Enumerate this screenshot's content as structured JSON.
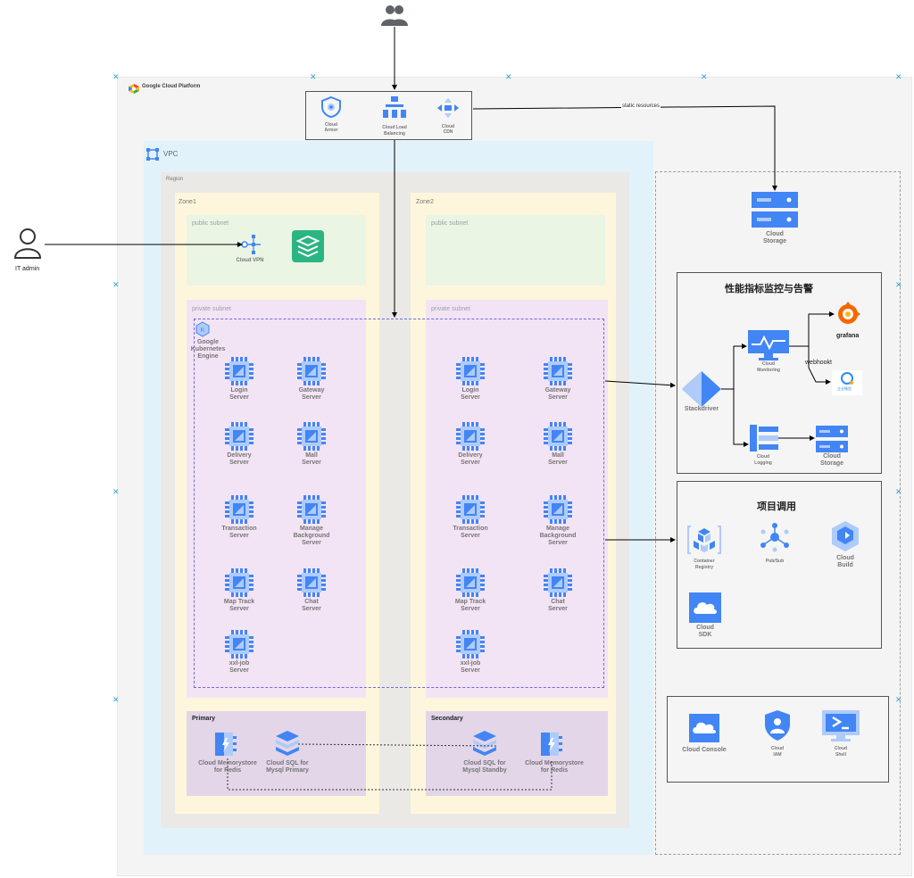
{
  "platform": {
    "title": "Google Cloud Platform"
  },
  "users_icon": "users-icon",
  "edge": {
    "items": [
      {
        "label": "Cloud\nArmor",
        "icon": "cloud-armor-icon"
      },
      {
        "label": "Cloud Load\nBalancing",
        "icon": "load-balancing-icon"
      },
      {
        "label": "Cloud\nCDN",
        "icon": "cdn-icon"
      }
    ]
  },
  "static_resources_label": "static resources",
  "cloud_storage_top": "Cloud\nStorage",
  "vpc": {
    "label": "VPC"
  },
  "region": {
    "label": "Region"
  },
  "it_admin": {
    "label": "IT admin"
  },
  "zones": [
    {
      "label": "Zone1",
      "public_subnet": "public subnet",
      "vpn_label": "Cloud VPN",
      "private_subnet": "private subnet",
      "gke_label": "Google Kubernetes\nEngine",
      "servers": [
        "Login\nServer",
        "Gateway\nServer",
        "Delivery\nServer",
        "Mall\nServer",
        "Transaction\nServer",
        "Manage\nBackground\nServer",
        "Map Track\nServer",
        "Chat\nServer",
        "xxl-job\nServer"
      ],
      "db_title": "Primary",
      "db_items": [
        "Cloud Memorystore\nfor Redis",
        "Cloud SQL for\nMysql Primary"
      ]
    },
    {
      "label": "Zone2",
      "public_subnet": "public subnet",
      "private_subnet": "private subnet",
      "servers": [
        "Login\nServer",
        "Gateway\nServer",
        "Delivery\nServer",
        "Mall\nServer",
        "Transaction\nServer",
        "Manage\nBackground\nServer",
        "Map Track\nServer",
        "Chat\nServer",
        "xxl-job\nServer"
      ],
      "db_title": "Secondary",
      "db_items": [
        "Cloud SQL for\nMysql Standby",
        "Cloud Memorystore\nfor Redis"
      ]
    }
  ],
  "monitoring": {
    "title": "性能指标监控与告警",
    "stackdriver": "Stackdriver",
    "cloud_monitoring": "Cloud\nMonitoring",
    "cloud_logging": "Cloud\nLogging",
    "cloud_storage": "Cloud\nStorage",
    "grafana": "grafana",
    "webhook": "webhookt",
    "alert_app": "企业微信"
  },
  "project": {
    "title": "项目调用",
    "container_registry": "Container\nRegistry",
    "pubsub": "Pub/Sub",
    "cloud_build": "Cloud\nBuild",
    "cloud_sdk": "Cloud\nSDK"
  },
  "tools": {
    "cloud_console": "Cloud Console",
    "cloud_iam": "Cloud\nIAM",
    "cloud_shell": "Cloud\nShell"
  },
  "colors": {
    "gcp_bg": "#f5f5f5",
    "vpc_bg": "#e3f2fc",
    "region_bg": "#ebe9e6",
    "zone_bg": "#fdf6dd",
    "public_bg": "#eaf5e4",
    "private_bg": "#f3e4f5",
    "db_bg": "#e2d6e8",
    "icon_blue": "#4285f4",
    "marker": "#29a3e0"
  }
}
